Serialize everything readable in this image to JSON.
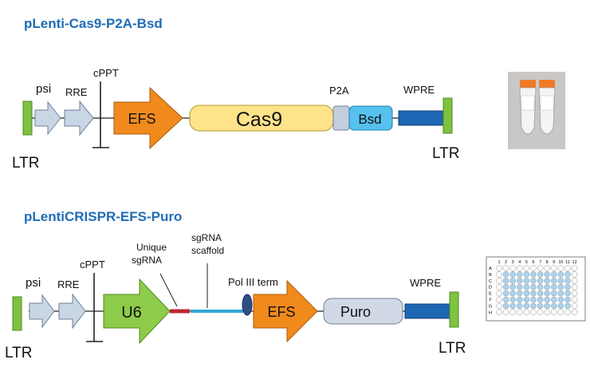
{
  "construct1": {
    "title": "pLenti-Cas9-P2A-Bsd",
    "ltr_left": "LTR",
    "ltr_right": "LTR",
    "psi": "psi",
    "rre": "RRE",
    "cppt": "cPPT",
    "efs": "EFS",
    "cas9": "Cas9",
    "p2a": "P2A",
    "bsd": "Bsd",
    "wpre": "WPRE"
  },
  "construct2": {
    "title": "pLentiCRISPR-EFS-Puro",
    "ltr_left": "LTR",
    "ltr_right": "LTR",
    "psi": "psi",
    "rre": "RRE",
    "cppt": "cPPT",
    "u6": "U6",
    "unique_sgrna_line1": "Unique",
    "unique_sgrna_line2": "sgRNA",
    "scaffold_line1": "sgRNA",
    "scaffold_line2": "scaffold",
    "pol3": "Pol III term",
    "efs": "EFS",
    "puro": "Puro",
    "wpre": "WPRE"
  },
  "plate": {
    "columns": [
      "1",
      "2",
      "3",
      "4",
      "5",
      "6",
      "7",
      "8",
      "9",
      "10",
      "11",
      "12"
    ],
    "rows": [
      "A",
      "B",
      "C",
      "D",
      "E",
      "F",
      "G",
      "H"
    ]
  },
  "colors": {
    "title_blue": "#1f6db5",
    "ltr_green": "#7fc241",
    "arrow_gray_blue": "#c9d6e6",
    "efs_orange": "#f08a1c",
    "cas9_yellow": "#ffe38a",
    "p2a_gray": "#c4cddb",
    "bsd_blue": "#56c1ef",
    "wpre_blue": "#1e67b4",
    "u6_green": "#8dcb4a",
    "sgrna_red": "#c0262d",
    "scaffold_blue": "#2ea7d8",
    "pol3_navy": "#2e4d86",
    "puro_gray": "#d1d9e6",
    "well_blue": "#a9d3ef"
  }
}
